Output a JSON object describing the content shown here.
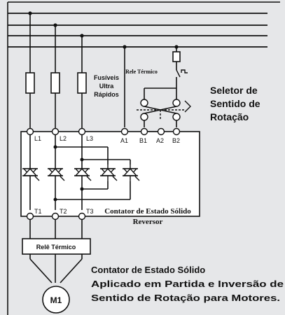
{
  "fuses_label": [
    "Fusíveis",
    "Ultra",
    "Rápidos"
  ],
  "relay_top_label": "Rele Térmico",
  "selector_label": [
    "Seletor de",
    "Sentido de",
    "Rotação"
  ],
  "terminals": {
    "L1": "L1",
    "L2": "L2",
    "L3": "L3",
    "A1": "A1",
    "B1": "B1",
    "A2": "A2",
    "B2": "B2",
    "T1": "T1",
    "T2": "T2",
    "T3": "T3"
  },
  "contactor_label": [
    "Contator de Estado Sólido",
    "Reversor"
  ],
  "relay_box_label": "Relê Térmico",
  "motor_label": "M1",
  "caption": [
    "Contator de Estado Sólido",
    "Aplicado em Partida  e Inversão de",
    "Sentido de Rotação para Motores."
  ],
  "colors": {
    "background": "#e6e7e9",
    "line": "#111111",
    "panel": "#ffffff"
  }
}
